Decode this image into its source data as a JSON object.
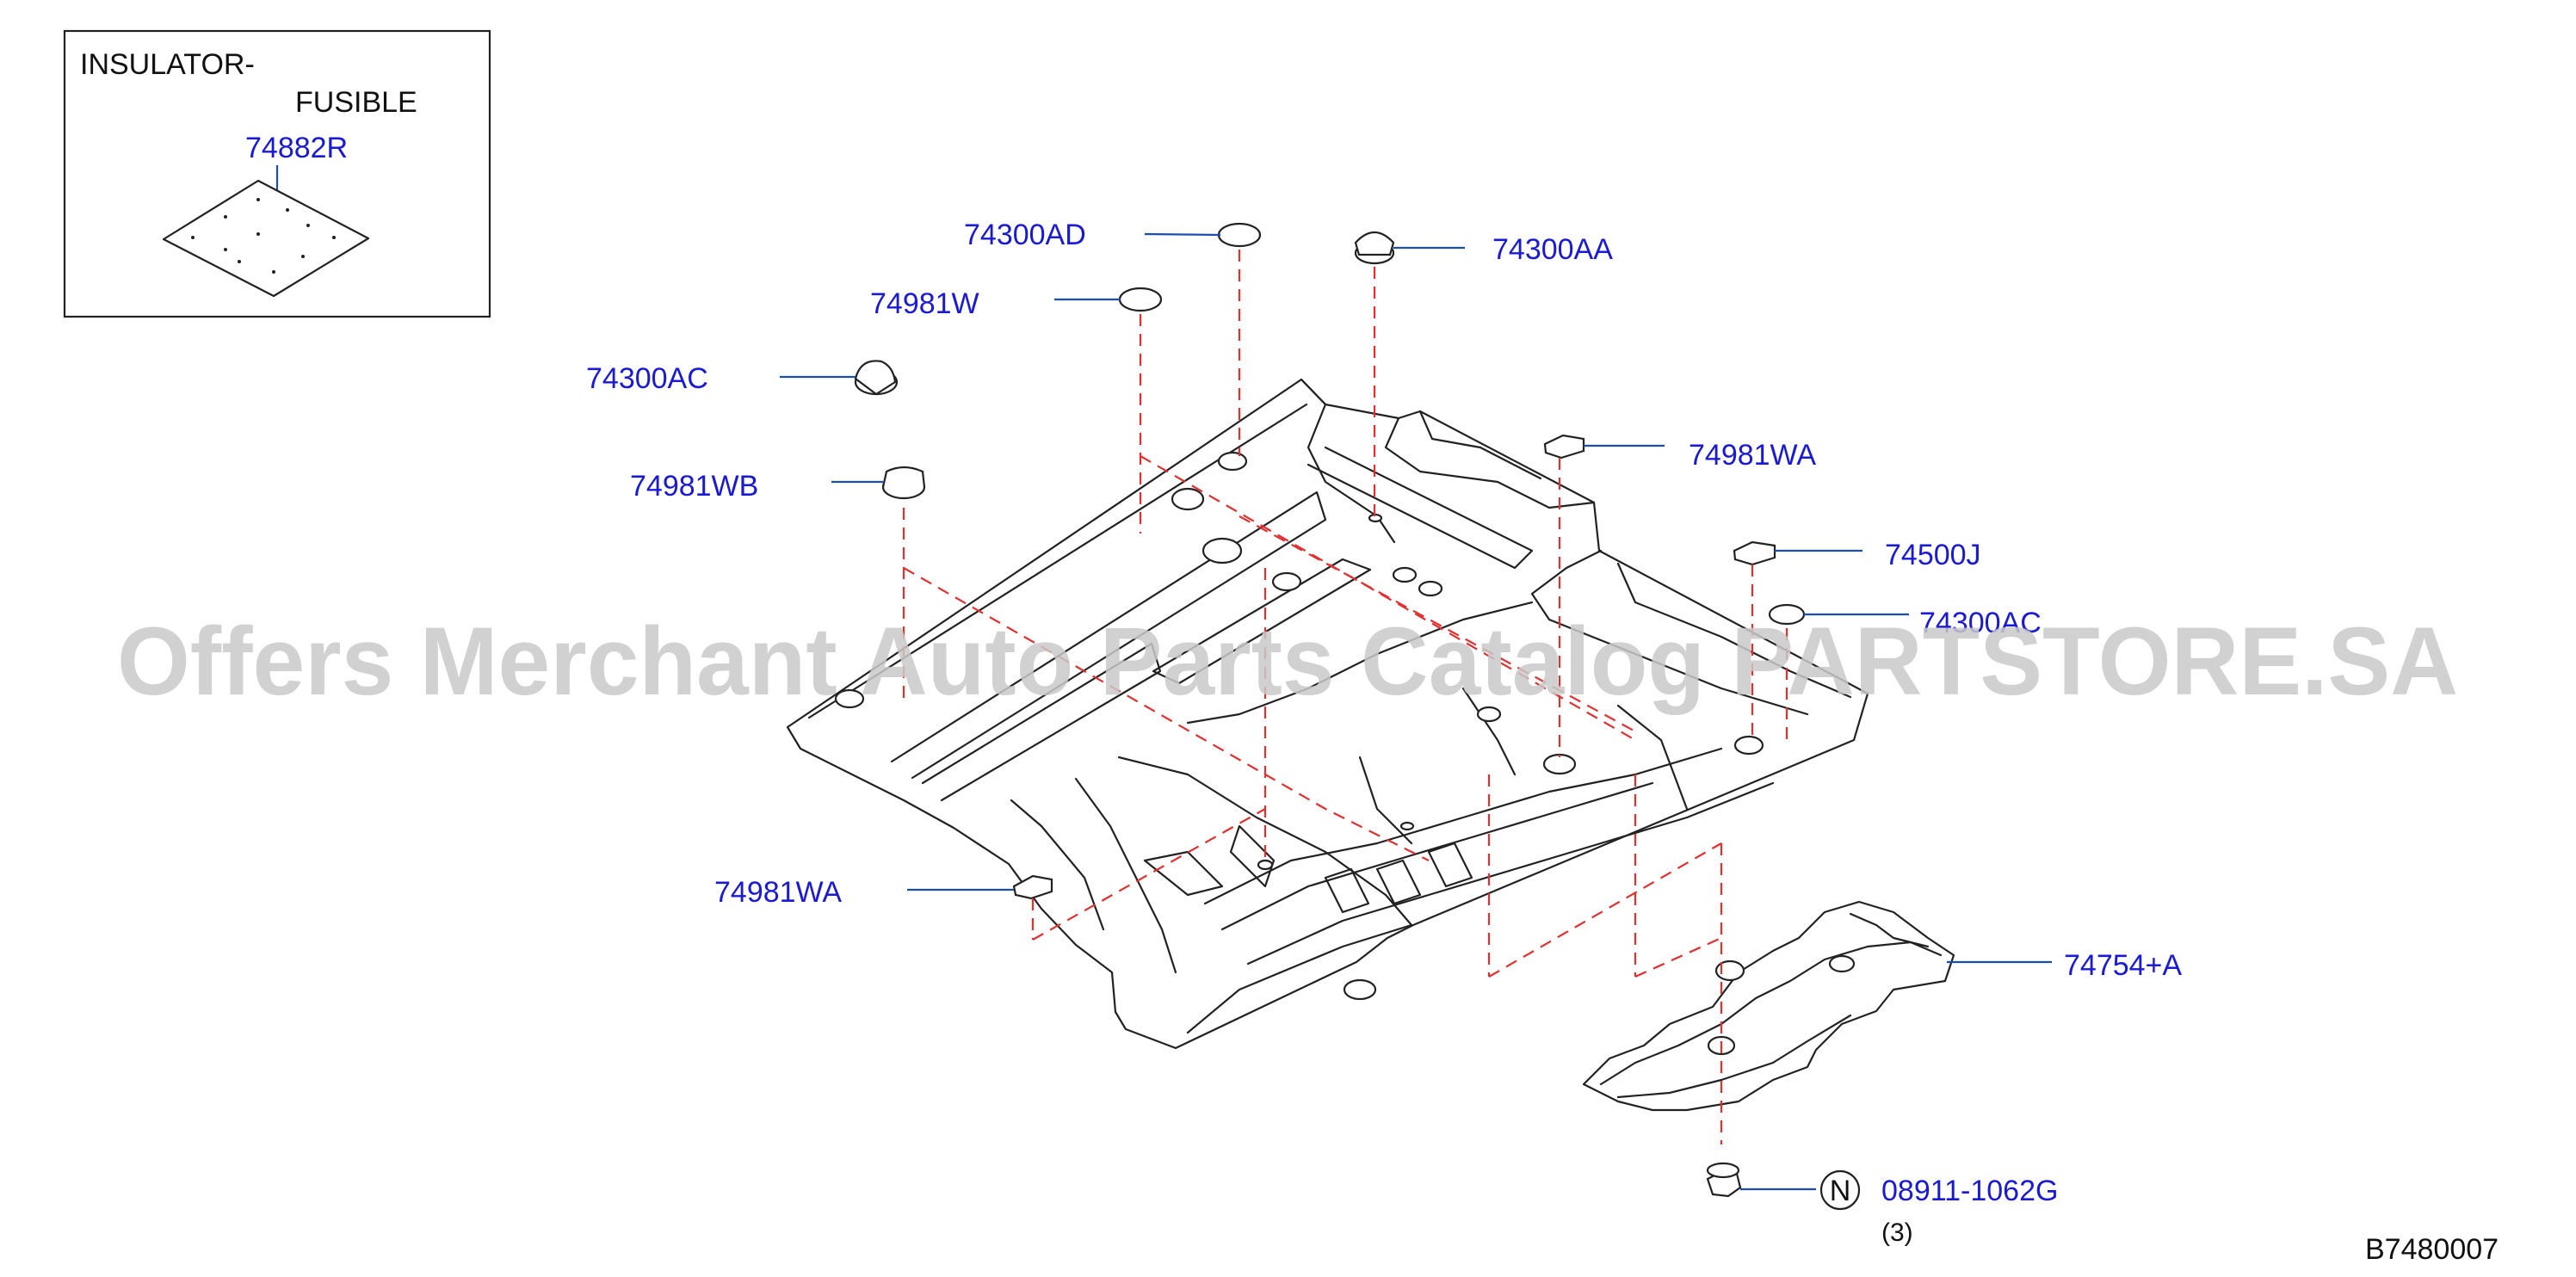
{
  "inset": {
    "title_line1": "INSULATOR-",
    "title_line2": "FUSIBLE",
    "part": "74882R"
  },
  "callouts": {
    "c74300AD": "74300AD",
    "c74300AA": "74300AA",
    "c74981W": "74981W",
    "c74300AC_left": "74300AC",
    "c74981WB": "74981WB",
    "c74981WA_right": "74981WA",
    "c74500J": "74500J",
    "c74300AC_right": "74300AC",
    "c74981WA_bottom": "74981WA",
    "c74754A": "74754+A",
    "c08911": "08911-1062G",
    "n_symbol": "N",
    "qty": "(3)"
  },
  "diagram_code": "B7480007",
  "watermark": "Offers Merchant Auto Parts Catalog PARTSTORE.SA"
}
